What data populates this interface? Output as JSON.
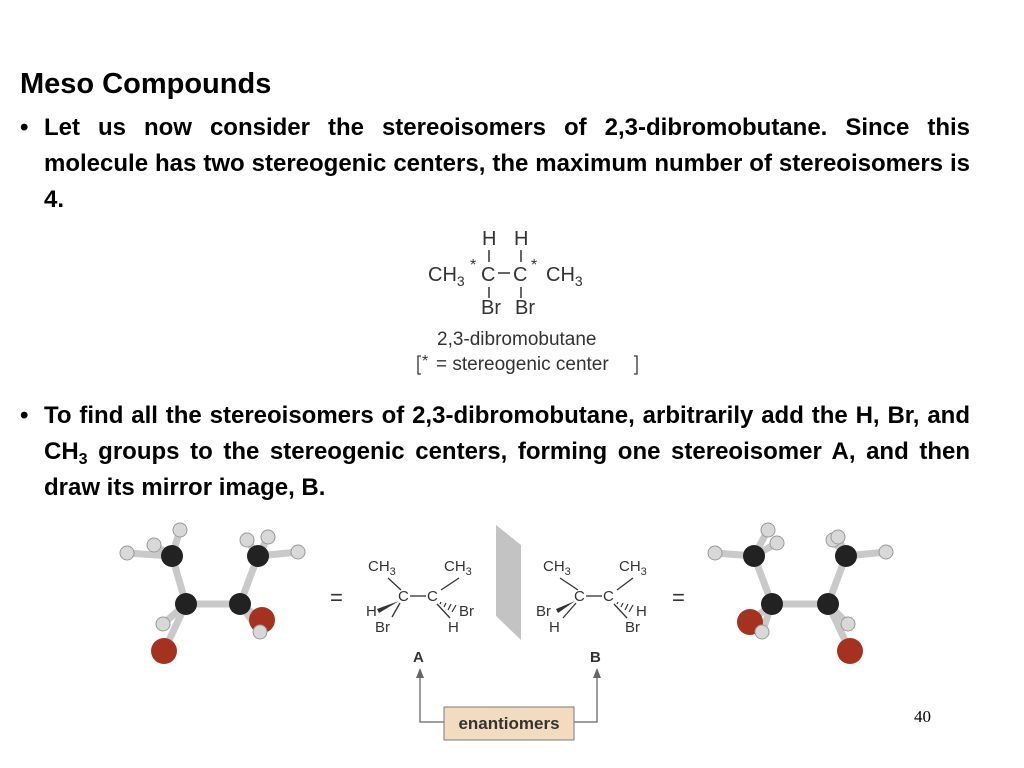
{
  "slide": {
    "title": "Meso Compounds",
    "bullet_char": "•",
    "bullet1": "Let us now consider the stereoisomers of 2,3-dibromobutane. Since this molecule has two stereogenic centers, the maximum number of stereoisomers is 4.",
    "bullet2_part1": "To find all the stereoisomers of 2,3-dibromobutane, arbitrarily add the H, Br, and CH",
    "bullet2_sub": "3",
    "bullet2_part2": " groups to the stereogenic centers, forming one stereoisomer A, and then draw its mirror image, B.",
    "page_number": "40"
  },
  "structure": {
    "h": "H",
    "c": "C",
    "br": "Br",
    "ch": "CH",
    "sub3": "3",
    "star": "*",
    "dash": "–",
    "name": "2,3-dibromobutane",
    "legend": "= stereogenic center"
  },
  "figure": {
    "equals": "=",
    "label_a": "A",
    "label_b": "B",
    "relation_label": "enantiomers",
    "colors": {
      "carbon": "#222222",
      "hydrogen": "#d8d8d8",
      "bromine": "#a5321e",
      "bond": "#c9c9c9",
      "mirror": "#b8b8b8",
      "label_box_fill": "#f2dcbf",
      "label_box_stroke": "#7a7a7a"
    }
  }
}
